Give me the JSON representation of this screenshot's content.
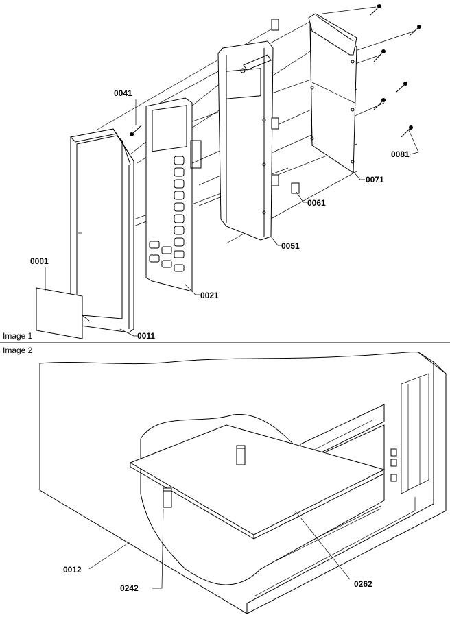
{
  "image1": {
    "caption": "Image 1",
    "part_labels": [
      "0041",
      "0001",
      "0011",
      "0021",
      "0051",
      "0061",
      "0071",
      "0081"
    ]
  },
  "image2": {
    "caption": "Image 2",
    "part_labels": [
      "0012",
      "0242",
      "0262"
    ]
  }
}
